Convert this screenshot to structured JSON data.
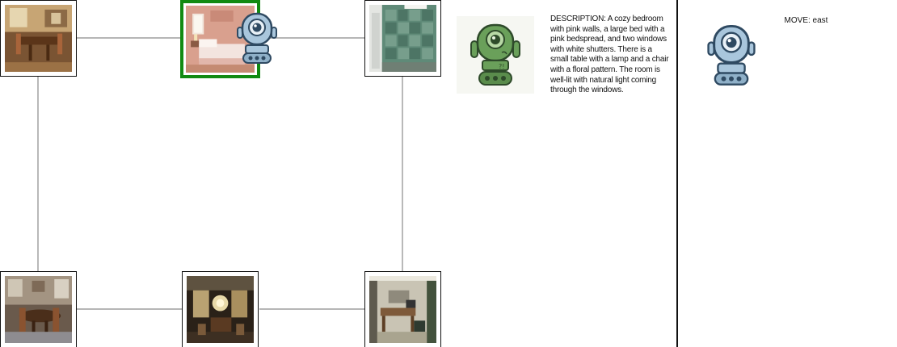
{
  "rooms": [
    {
      "id": "room-top-left",
      "scene": "dining room"
    },
    {
      "id": "room-top-center",
      "scene": "bedroom",
      "current": true
    },
    {
      "id": "room-top-right",
      "scene": "bathroom"
    },
    {
      "id": "room-bottom-left",
      "scene": "dining room"
    },
    {
      "id": "room-bottom-center",
      "scene": "ornate hall"
    },
    {
      "id": "room-bottom-right",
      "scene": "office"
    }
  ],
  "info": {
    "description": "DESCRIPTION: A cozy bedroom with pink walls, a large bed with a pink bedspread, and two windows with white shutters. There is a small table with a lamp and a chair with a floral pattern. The room is well-lit with natural light coming through the windows.",
    "move": "MOVE: east"
  },
  "icons": {
    "map_robot": "robot-icon",
    "self_portrait": "green-robot-icon",
    "move_robot": "robot-icon"
  },
  "colors": {
    "current_room_border": "#128a12",
    "robot_blue": "#a9c6dc",
    "robot_green": "#6aa05a",
    "divider": "#111111"
  }
}
